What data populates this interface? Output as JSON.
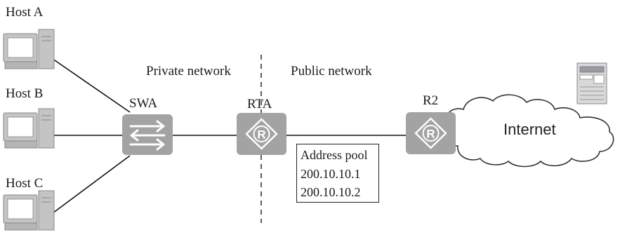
{
  "hosts": [
    {
      "label": "Host A"
    },
    {
      "label": "Host B"
    },
    {
      "label": "Host C"
    }
  ],
  "devices": {
    "switch": {
      "label": "SWA"
    },
    "router_a": {
      "label": "RTA",
      "glyph": "R"
    },
    "router_b": {
      "label": "R2",
      "glyph": "R"
    }
  },
  "networks": {
    "private": "Private network",
    "public": "Public network",
    "internet": "Internet"
  },
  "address_pool": {
    "title": "Address pool",
    "addresses": [
      "200.10.10.1",
      "200.10.10.2"
    ]
  },
  "colors": {
    "device_gray": "#a3a3a3",
    "host_gray": "#c4c4c4",
    "line": "#111111"
  }
}
